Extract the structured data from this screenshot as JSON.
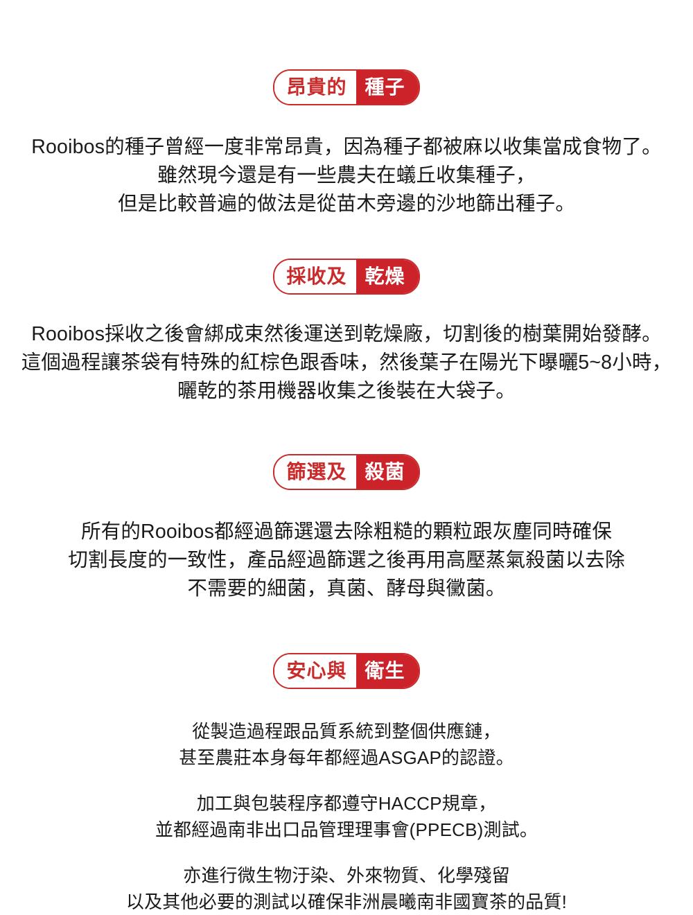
{
  "sections": [
    {
      "badge": {
        "left": "昂貴的",
        "right": "種子"
      },
      "lines": [
        "Rooibos的種子曾經一度非常昂貴，因為種子都被麻以收集當成食物了。",
        "雖然現今還是有一些農夫在蟻丘收集種子，",
        "但是比較普遍的做法是從苗木旁邊的沙地篩出種子。"
      ]
    },
    {
      "badge": {
        "left": "採收及",
        "right": "乾燥"
      },
      "lines": [
        "Rooibos採收之後會綁成束然後運送到乾燥廠，切割後的樹葉開始發酵。",
        "這個過程讓茶袋有特殊的紅棕色跟香味，然後葉子在陽光下曝曬5~8小時，",
        "曬乾的茶用機器收集之後裝在大袋子。"
      ]
    },
    {
      "badge": {
        "left": "篩選及",
        "right": "殺菌"
      },
      "lines": [
        "所有的Rooibos都經過篩選還去除粗糙的顆粒跟灰塵同時確保",
        "切割長度的一致性，產品經過篩選之後再用高壓蒸氣殺菌以去除",
        "不需要的細菌，真菌、酵母與黴菌。"
      ]
    },
    {
      "badge": {
        "left": "安心與",
        "right": "衛生"
      },
      "groups": [
        {
          "lines": [
            "從製造過程跟品質系統到整個供應鏈，",
            "甚至農莊本身每年都經過ASGAP的認證。"
          ]
        },
        {
          "lines": [
            "加工與包裝程序都遵守HACCP規章，",
            "並都經過南非出口品管理理事會(PPECB)測試。"
          ]
        },
        {
          "lines": [
            "亦進行微生物汙染、外來物質、化學殘留",
            "以及其他必要的測試以確保非洲晨曦南非國寶茶的品質!"
          ]
        }
      ]
    }
  ],
  "colors": {
    "accent_red": "#CC2229",
    "border_red": "#C92A2A",
    "text": "#1a1a1a",
    "background": "#ffffff"
  }
}
